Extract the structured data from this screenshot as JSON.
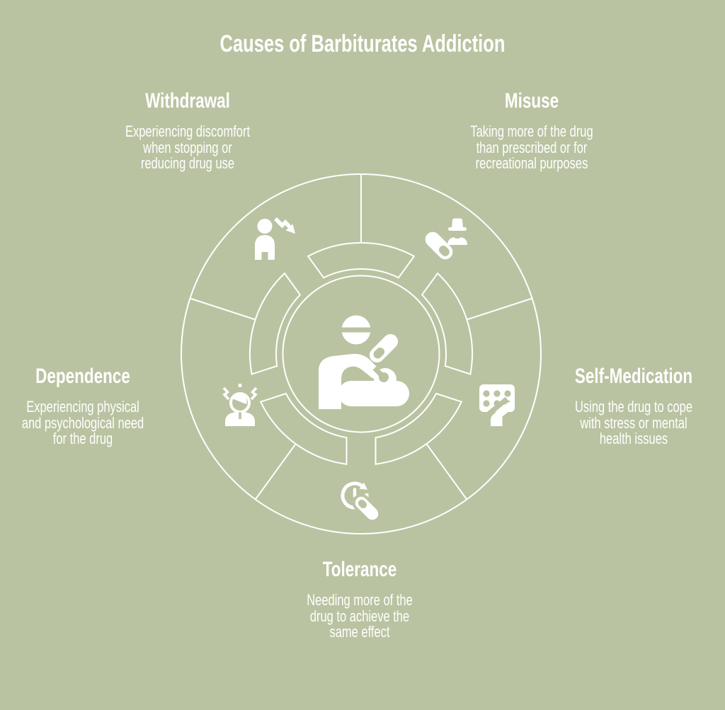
{
  "title": "Causes of Barbiturates Addiction",
  "colors": {
    "background": "#b9c3a1",
    "foreground": "#ffffff"
  },
  "center": {
    "icon": "hand-holding-pills-icon"
  },
  "sections": [
    {
      "label": "Withdrawal",
      "description": "Experiencing discomfort\nwhen stopping or\nreducing drug use",
      "icon": "person-declining-arrow-icon"
    },
    {
      "label": "Misuse",
      "description": "Taking more of the drug\nthan prescribed or for\nrecreational purposes",
      "icon": "capsule-user-icon"
    },
    {
      "label": "Self-Medication",
      "description": "Using the drug to cope\nwith stress or mental\nhealth issues",
      "icon": "blister-pack-hand-icon"
    },
    {
      "label": "Tolerance",
      "description": "Needing more of the\ndrug to achieve the\nsame effect",
      "icon": "clock-rotate-capsule-icon"
    },
    {
      "label": "Dependence",
      "description": "Experiencing physical\nand psychological need\nfor the drug",
      "icon": "stressed-person-icon"
    }
  ]
}
